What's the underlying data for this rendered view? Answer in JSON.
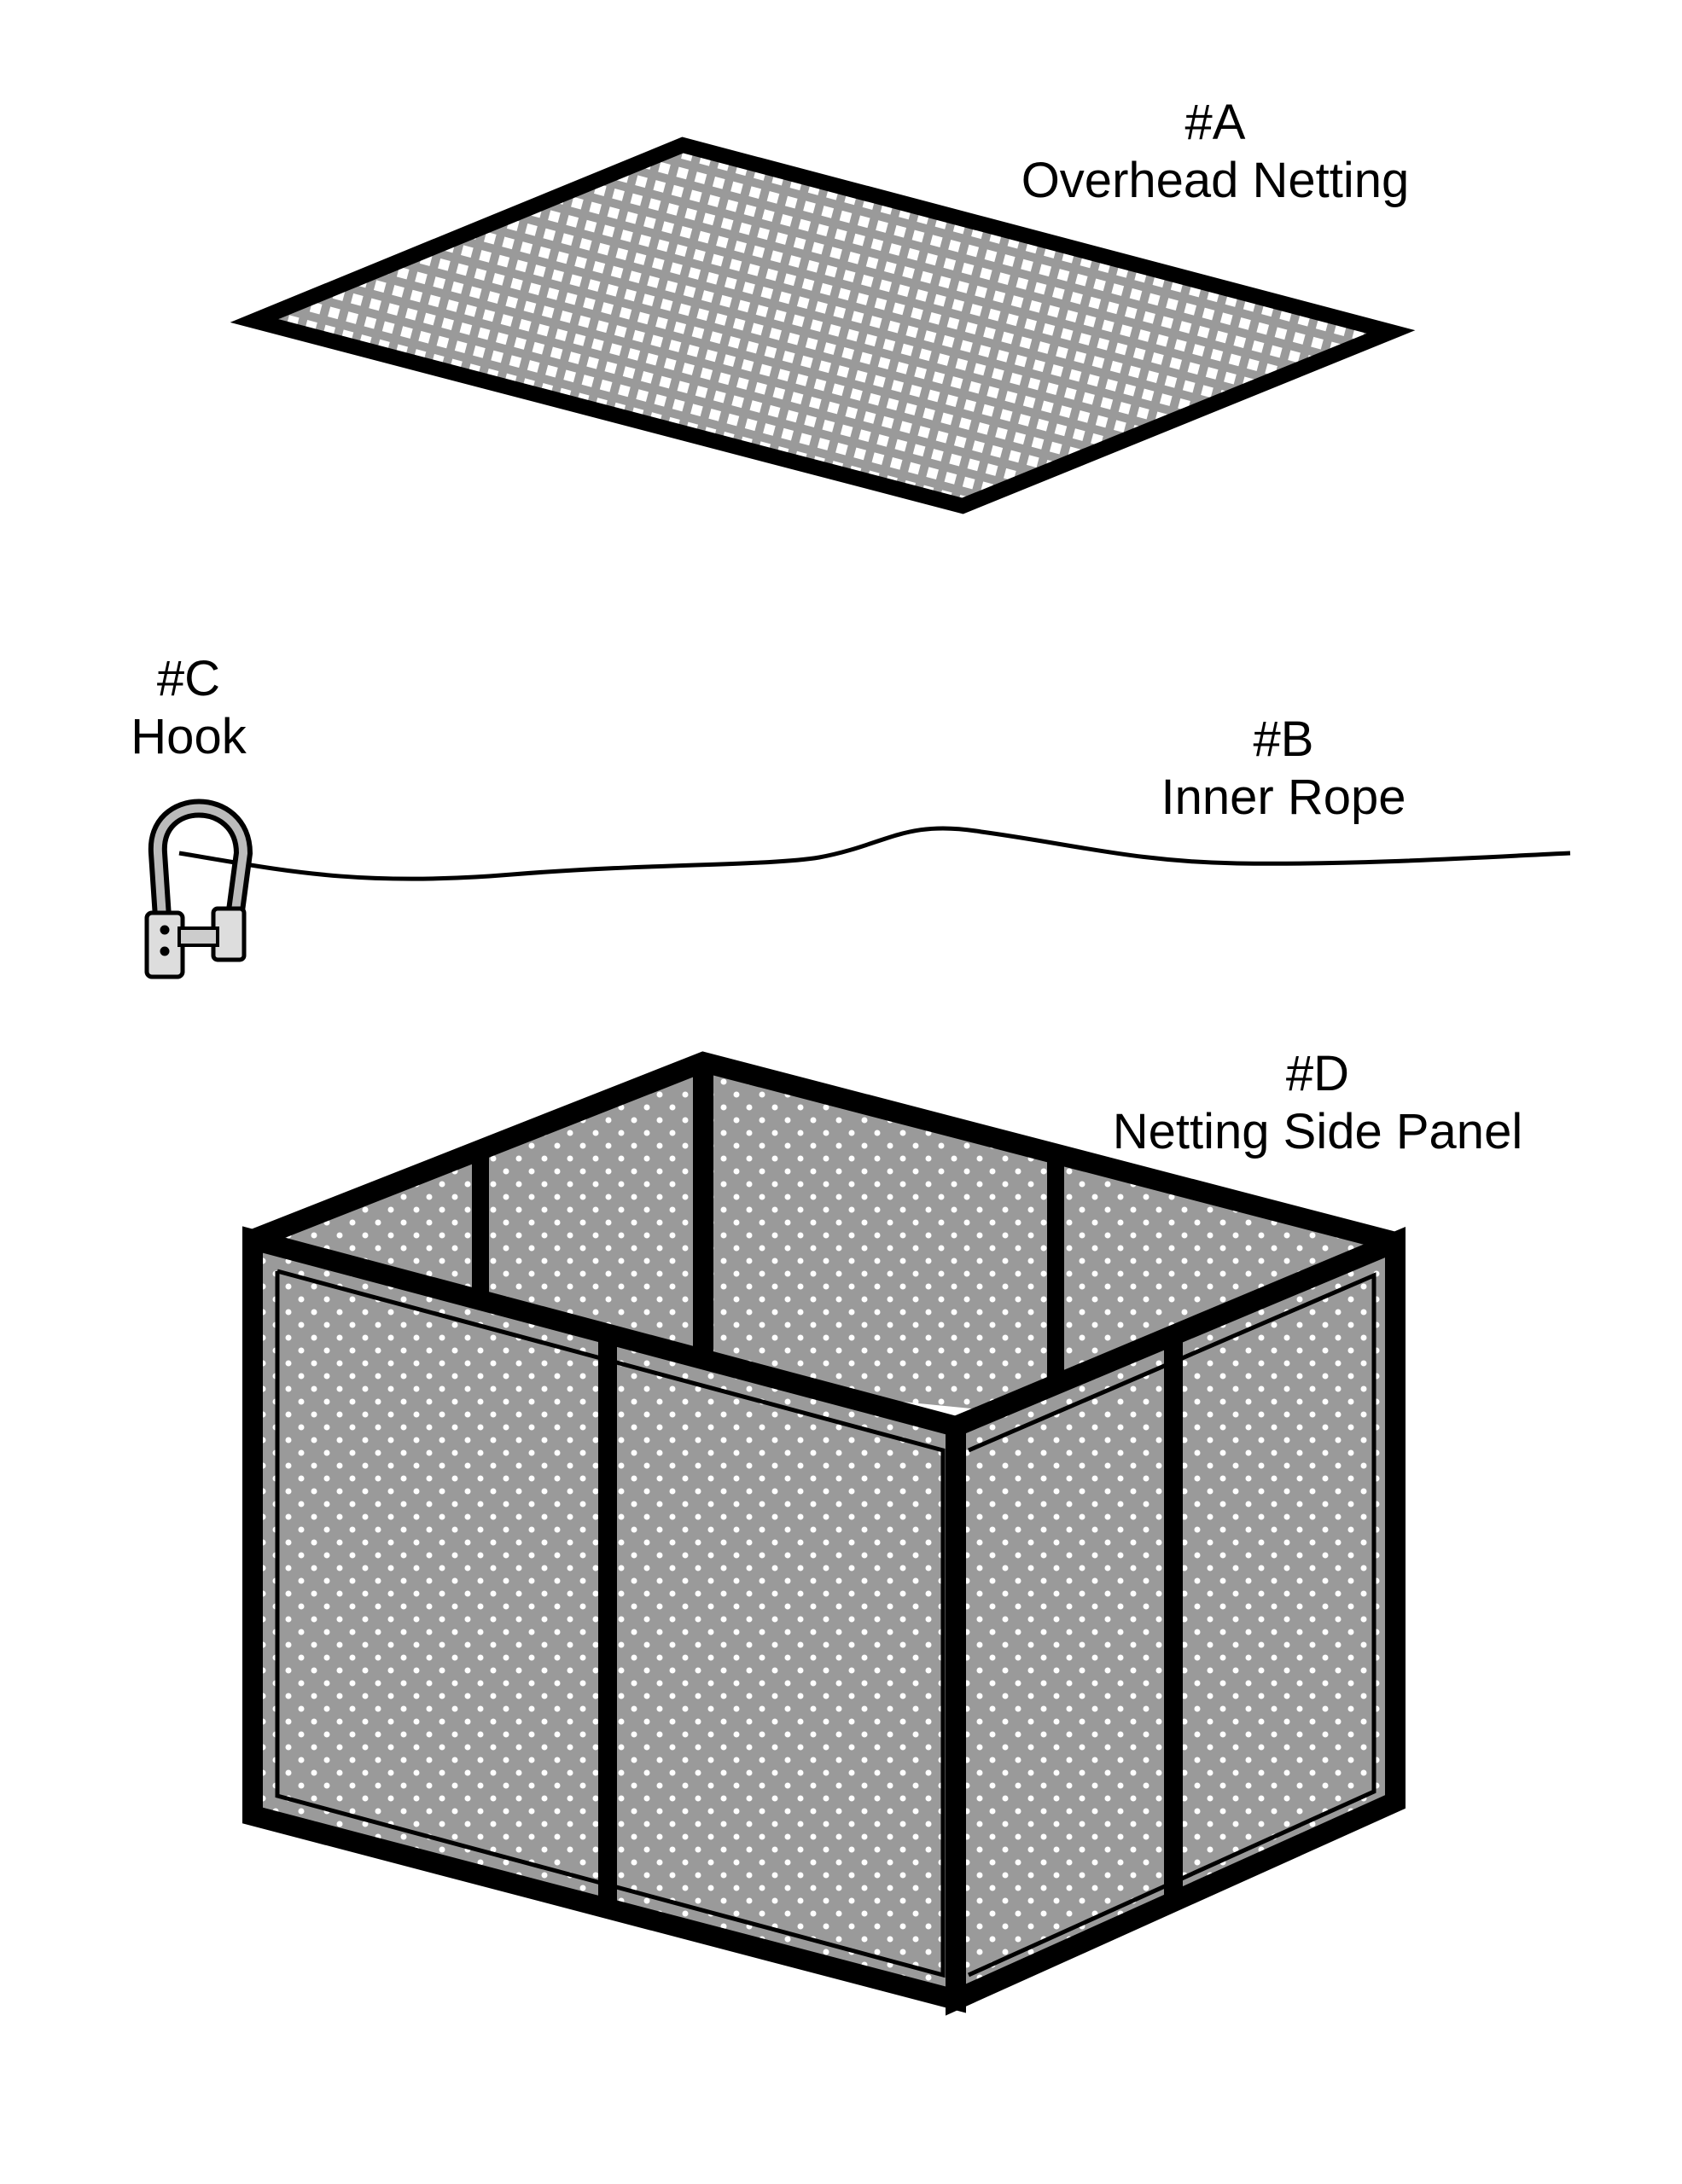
{
  "parts": [
    {
      "id": "#A",
      "name": "Overhead Netting"
    },
    {
      "id": "#B",
      "name": "Inner Rope"
    },
    {
      "id": "#C",
      "name": "Hook"
    },
    {
      "id": "#D",
      "name": "Netting Side Panel"
    }
  ],
  "colors": {
    "outline": "#000000",
    "mesh_fill": "#9a9a9a",
    "mesh_holes": "#ffffff"
  }
}
